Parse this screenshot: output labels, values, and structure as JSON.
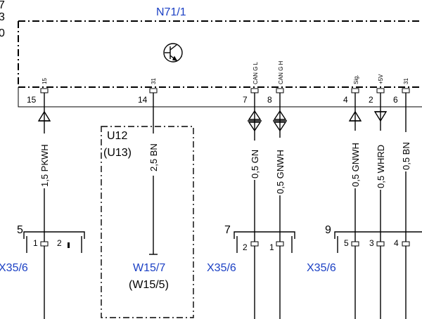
{
  "edge_text": [
    "7",
    "3",
    "0"
  ],
  "module": {
    "name": "N71/1",
    "pins": [
      {
        "num": "15",
        "sig": "15"
      },
      {
        "num": "14",
        "sig": "31"
      },
      {
        "num": "7",
        "sig": "CAN G L"
      },
      {
        "num": "8",
        "sig": "CAN G H"
      },
      {
        "num": "4",
        "sig": "Sig."
      },
      {
        "num": "2",
        "sig": "+5V"
      },
      {
        "num": "6",
        "sig": "31"
      }
    ]
  },
  "wires": [
    "1,5 PKWH",
    "2,5 BN",
    "0,5 GN",
    "0,5 GNWH",
    "0,5 GNWH",
    "0,5 WHRD",
    "0,5 BN"
  ],
  "box": {
    "line1": "U12",
    "line2": "(U13)"
  },
  "ground": {
    "line1": "W15/7",
    "line2": "(W15/5)"
  },
  "connectors": [
    {
      "name": "X35/6",
      "num": "5",
      "pins": [
        "1",
        "2"
      ]
    },
    {
      "name": "X35/6",
      "num": "7",
      "pins": [
        "2",
        "1"
      ]
    },
    {
      "name": "X35/6",
      "num": "9",
      "pins": [
        "5",
        "3",
        "4"
      ]
    }
  ],
  "colors": {
    "label_blue": "#1a3fc4",
    "line": "#000000"
  }
}
